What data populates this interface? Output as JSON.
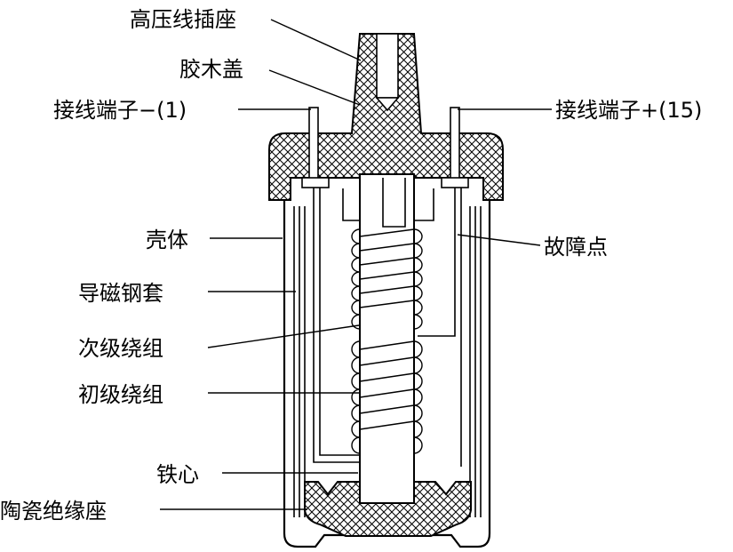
{
  "labels": {
    "hv_socket": "高压线插座",
    "bakelite_cover": "胶木盖",
    "terminal_neg": "接线端子−(1)",
    "terminal_pos": "接线端子+(15)",
    "housing": "壳体",
    "fault_point": "故障点",
    "magnetic_sleeve": "导磁钢套",
    "secondary_winding": "次级绕组",
    "primary_winding": "初级绕组",
    "iron_core": "铁心",
    "ceramic_base": "陶瓷绝缘座"
  }
}
